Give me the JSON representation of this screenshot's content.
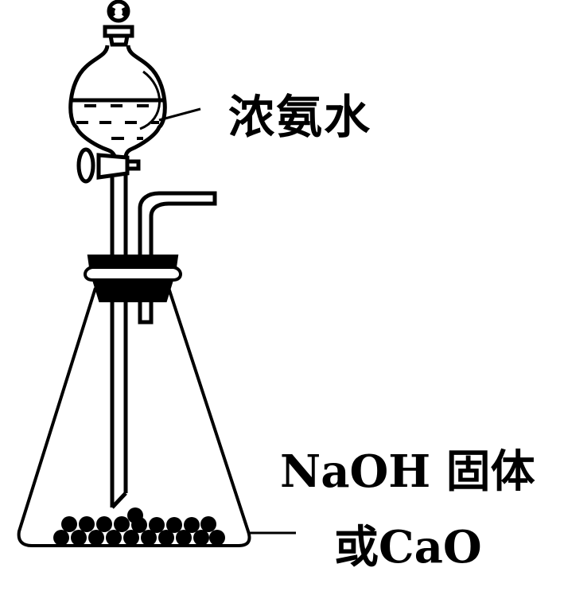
{
  "figure": {
    "type": "lab apparatus: separatory funnel over conical flask (ammonia gas generation)",
    "stroke_color": "#000000",
    "background": "#ffffff"
  },
  "labels": {
    "funnel_reagent": "浓氨水",
    "flask_solid_line1": "NaOH 固体",
    "flask_solid_line2": "或CaO"
  },
  "components": [
    {
      "name": "stopper",
      "description": "ground-glass stopper with ring top"
    },
    {
      "name": "separatory-funnel",
      "description": "spherical funnel containing liquid (dashed lines)"
    },
    {
      "name": "stopcock",
      "description": "tap on funnel stem"
    },
    {
      "name": "funnel-stem",
      "description": "long tube into flask with angled tip"
    },
    {
      "name": "delivery-tube",
      "description": "bent gas outlet tube"
    },
    {
      "name": "rubber-stopper",
      "description": "black two-hole stopper"
    },
    {
      "name": "conical-flask",
      "description": "Erlenmeyer flask"
    },
    {
      "name": "solid-pellets",
      "description": "solid granules at flask bottom"
    }
  ]
}
